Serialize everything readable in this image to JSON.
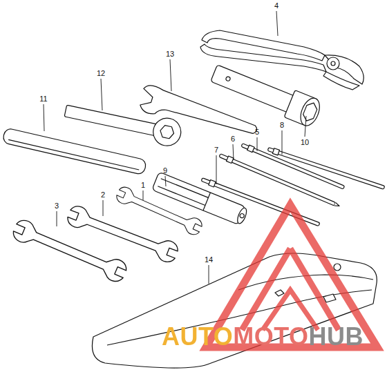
{
  "diagram": {
    "labels": [
      "1",
      "2",
      "3",
      "4",
      "5",
      "6",
      "7",
      "8",
      "9",
      "10",
      "11",
      "12",
      "13",
      "14",
      "AUTOMOTOHUB"
    ]
  }
}
